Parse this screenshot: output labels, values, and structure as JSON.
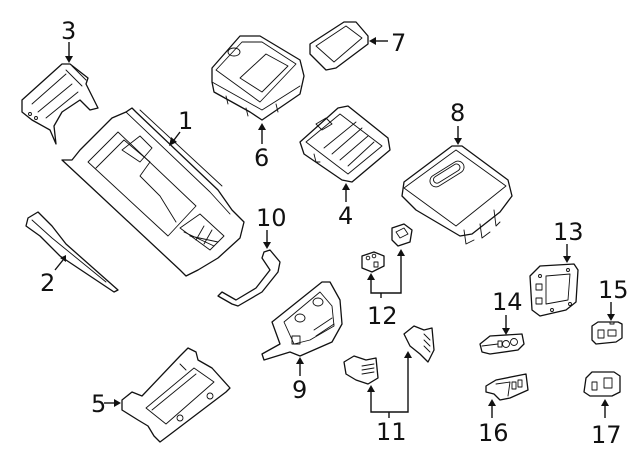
{
  "diagram": {
    "type": "exploded-parts-diagram",
    "background_color": "#ffffff",
    "line_color": "#111111",
    "callouts": [
      {
        "id": "1",
        "label": "1",
        "part": "console-base"
      },
      {
        "id": "2",
        "label": "2",
        "part": "side-trim-strip"
      },
      {
        "id": "3",
        "label": "3",
        "part": "rear-bracket"
      },
      {
        "id": "4",
        "label": "4",
        "part": "control-panel-insert"
      },
      {
        "id": "5",
        "label": "5",
        "part": "lower-support-bracket"
      },
      {
        "id": "6",
        "label": "6",
        "part": "cup-holder-tray"
      },
      {
        "id": "7",
        "label": "7",
        "part": "tray-mat"
      },
      {
        "id": "8",
        "label": "8",
        "part": "armrest-lid"
      },
      {
        "id": "9",
        "label": "9",
        "part": "front-trim-bezel"
      },
      {
        "id": "10",
        "label": "10",
        "part": "curved-trim-strip"
      },
      {
        "id": "11",
        "label": "11",
        "part": "vent-connectors"
      },
      {
        "id": "12",
        "label": "12",
        "part": "switch-clips"
      },
      {
        "id": "13",
        "label": "13",
        "part": "control-module"
      },
      {
        "id": "14",
        "label": "14",
        "part": "switch-assembly"
      },
      {
        "id": "15",
        "label": "15",
        "part": "usb-port"
      },
      {
        "id": "16",
        "label": "16",
        "part": "dual-usb-port"
      },
      {
        "id": "17",
        "label": "17",
        "part": "power-outlet"
      }
    ]
  }
}
